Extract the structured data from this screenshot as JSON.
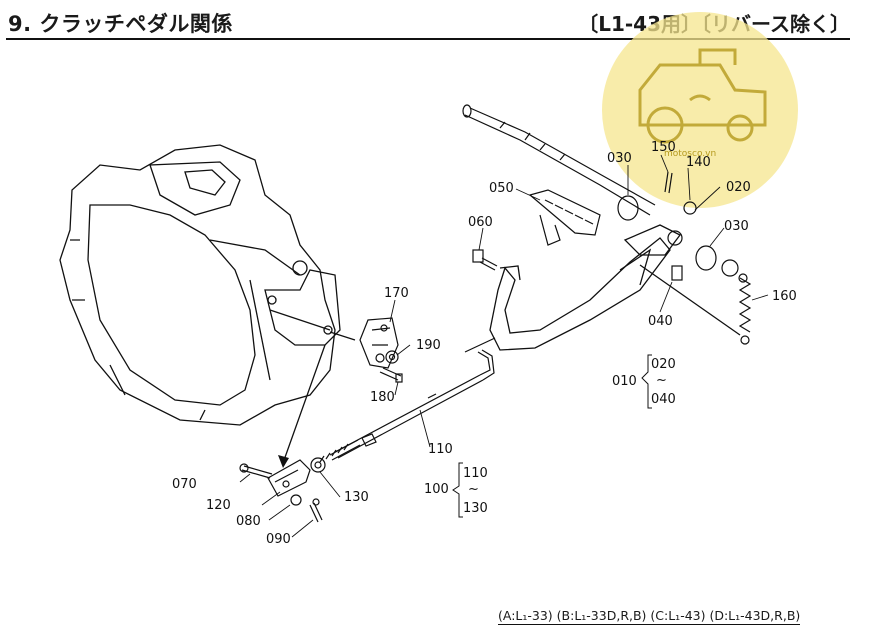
{
  "header": {
    "title": "9. クラッチペダル関係",
    "model_note": "〔L1-43用〕〔リバース除く〕"
  },
  "watermark": {
    "text": "motosco.vn",
    "color": "#f6e58d",
    "icon": "tractor-icon"
  },
  "parts": {
    "p010": "010",
    "p020": "020",
    "p030a": "030",
    "p030b": "030",
    "p040": "040",
    "p050": "050",
    "p060": "060",
    "p070": "070",
    "p080": "080",
    "p090": "090",
    "p100": "100",
    "p110": "110",
    "p120": "120",
    "p130": "130",
    "p140": "140",
    "p150": "150",
    "p160": "160",
    "p170": "170",
    "p180": "180",
    "p190": "190"
  },
  "groups": {
    "g010_top": "020",
    "g010_tilde": "~",
    "g010_bottom": "040",
    "g100_top": "110",
    "g100_tilde": "~",
    "g100_bottom": "130"
  },
  "footer": {
    "legend": "(A:L₁-33) (B:L₁-33D,R,B) (C:L₁-43) (D:L₁-43D,R,B)"
  }
}
